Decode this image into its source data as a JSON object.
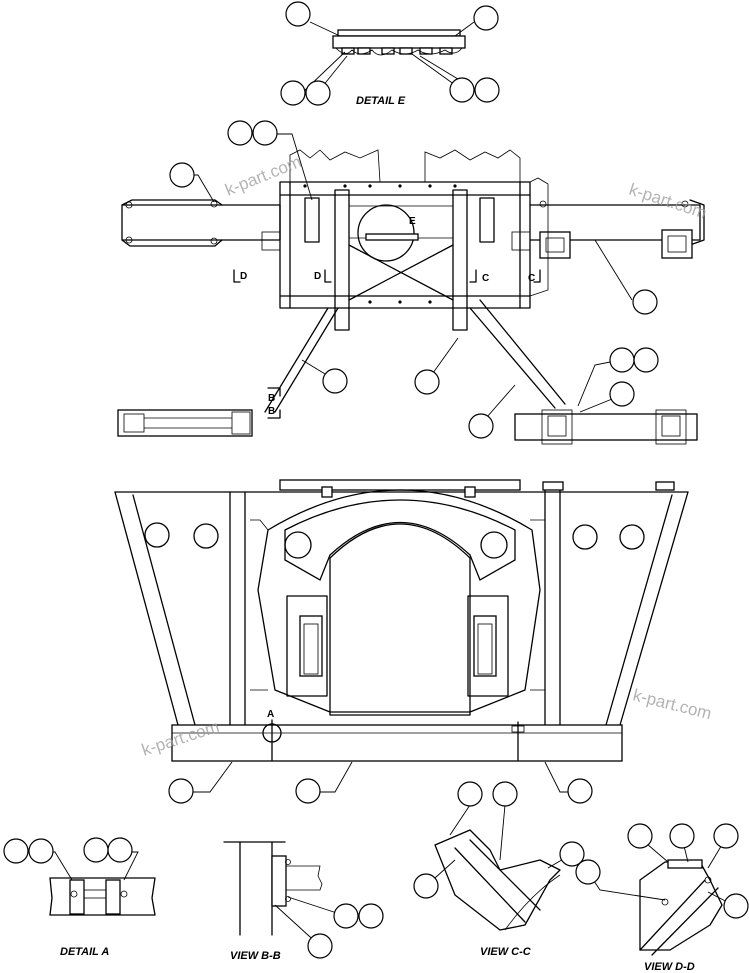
{
  "labels": {
    "detail_e": "DETAIL E",
    "detail_a": "DETAIL A",
    "view_bb": "VIEW  B-B",
    "view_cc": "VIEW C-C",
    "view_dd": "VIEW D-D"
  },
  "section_markers": {
    "e": "E",
    "a": "A",
    "b": "B",
    "c": "C",
    "d": "D"
  },
  "watermark": "k-part.com"
}
